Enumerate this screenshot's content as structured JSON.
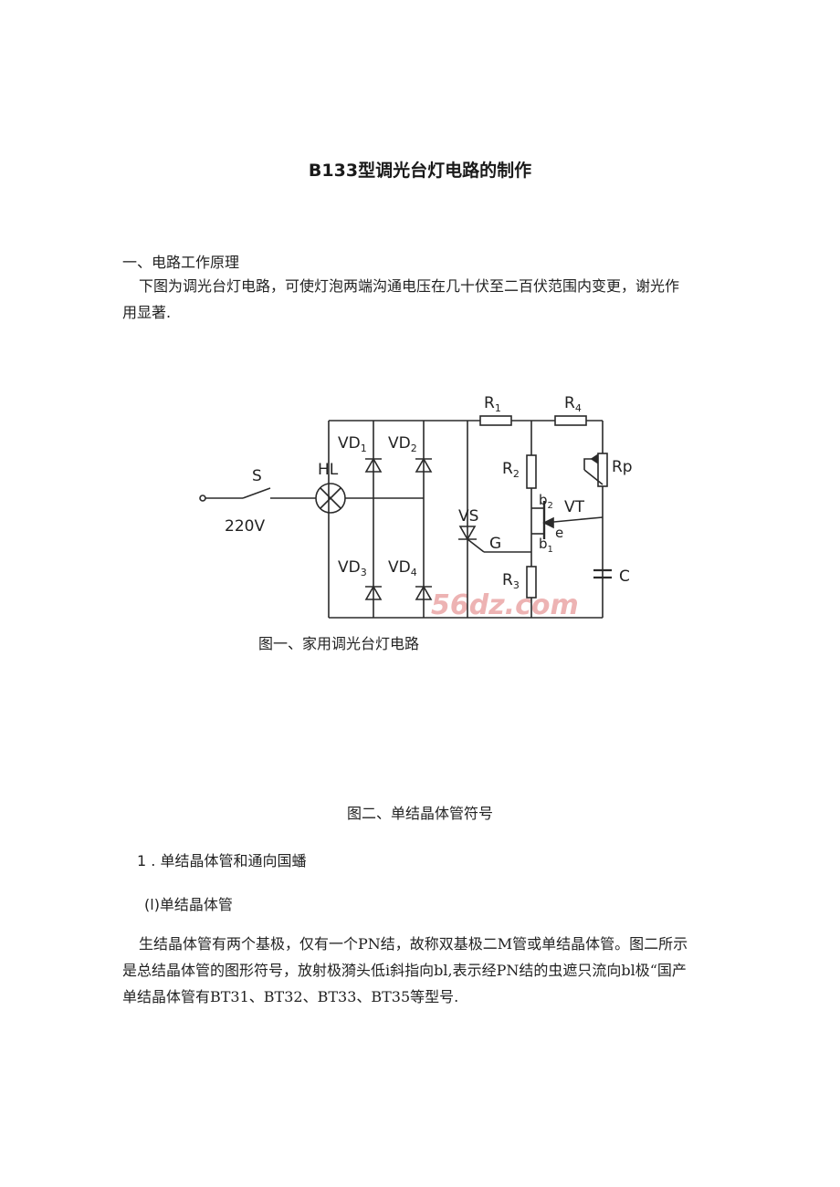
{
  "title": "B133型调光台灯电路的制作",
  "section1_heading": "一、电路工作原理",
  "intro_lines": [
    "下图为调光台灯电路，可使灯泡两端沟通电压在几十伏至二百伏范围内变更，谢光作",
    "用显著."
  ],
  "figure1": {
    "caption": "图一、家用调光台灯电路",
    "labels": {
      "s": "S",
      "hl": "HL",
      "v220": "220V",
      "vd1": "VD",
      "vd1_sub": "1",
      "vd2": "VD",
      "vd2_sub": "2",
      "vd3": "VD",
      "vd3_sub": "3",
      "vd4": "VD",
      "vd4_sub": "4",
      "r1": "R",
      "r1_sub": "1",
      "r4": "R",
      "r4_sub": "4",
      "r2": "R",
      "r2_sub": "2",
      "r3": "R",
      "r3_sub": "3",
      "rp": "Rp",
      "vs": "VS",
      "g": "G",
      "b2": "b",
      "b2_sub": "2",
      "b1": "b",
      "b1_sub": "1",
      "vt": "VT",
      "e": "e",
      "c": "C",
      "watermark": "56dz.com"
    }
  },
  "figure2_caption": "图二、单结晶体管符号",
  "item1": "1 . 单结晶体管和通向国蟠",
  "item1a": "(l)单结晶体管",
  "body2_lines": [
    "生结晶体管有两个基极，仅有一个PN结，故称双基极二M管或单结晶体管。图二所示",
    "是总结晶体管的图形符号，放射极漪头低i斜指向bl,表示经PN结的虫遮只流向bl极“国产",
    "单结晶体管有BT31、BT32、BT33、BT35等型号."
  ],
  "colors": {
    "text": "#222222",
    "wire": "#2a2a2a",
    "watermark_red": "#e89a9a",
    "watermark_blue": "#9fc6e6"
  }
}
